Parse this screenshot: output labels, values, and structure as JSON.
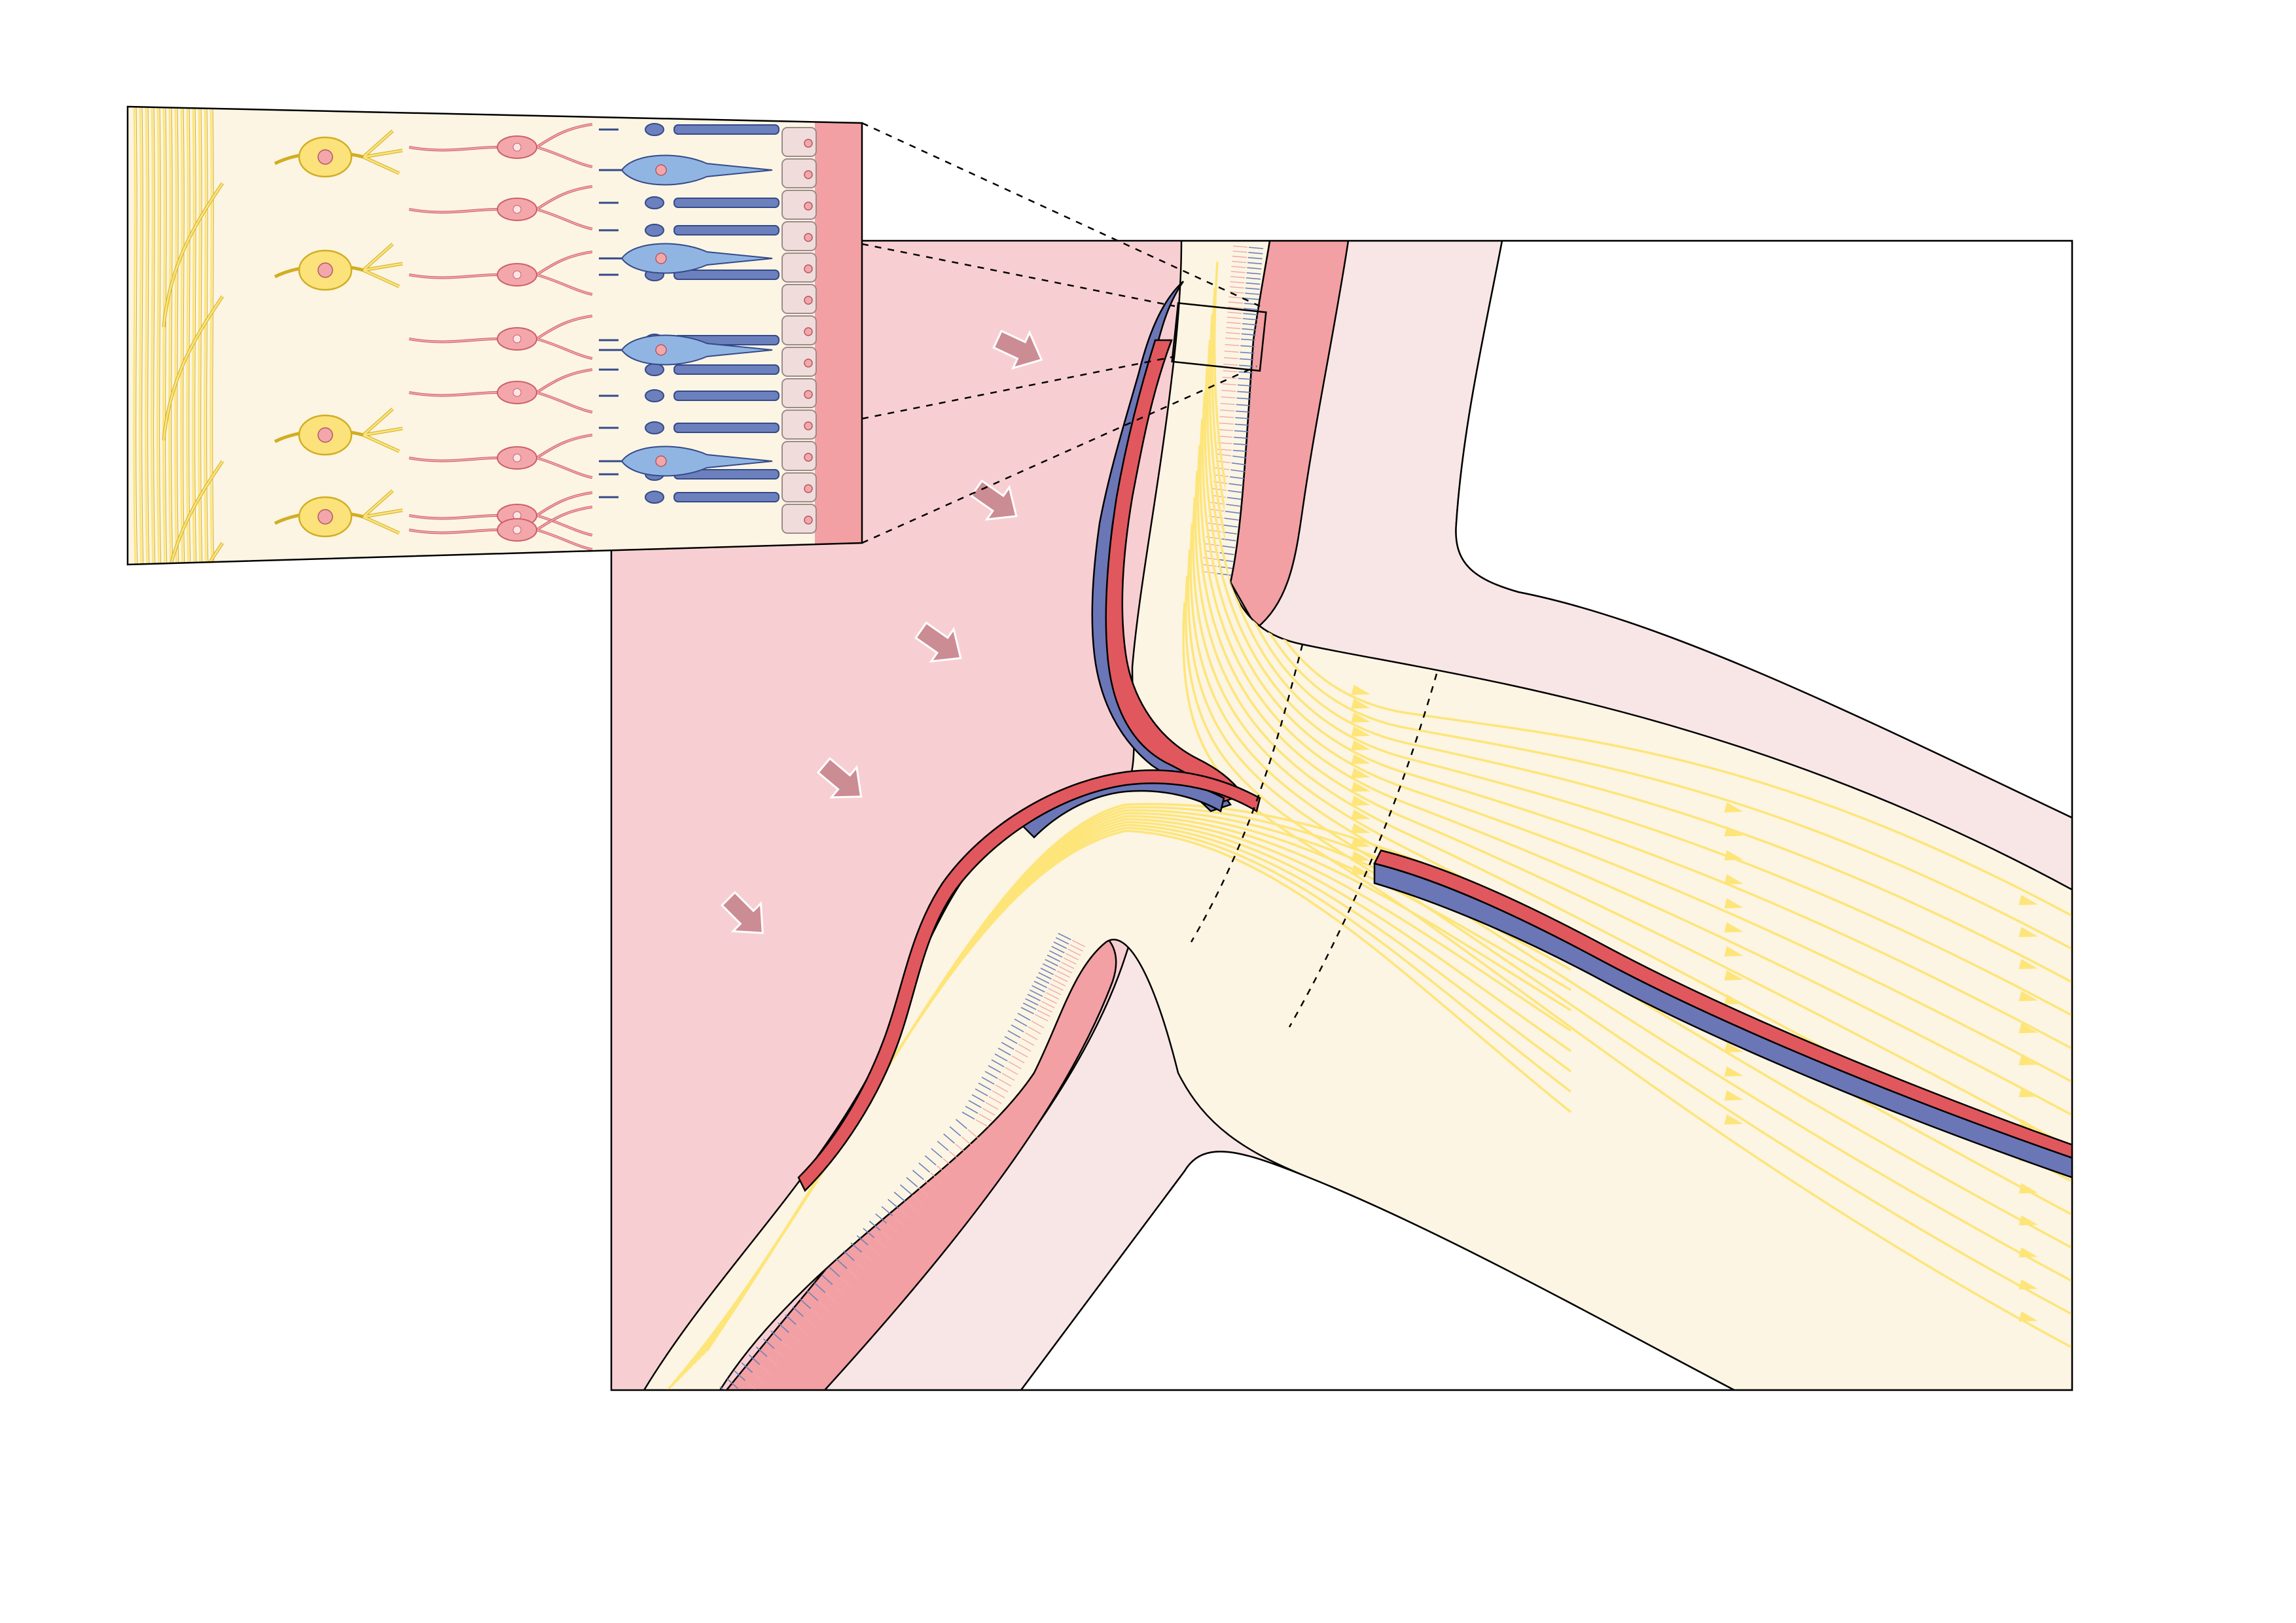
{
  "diagram": {
    "subject": "retina-and-optic-nerve-head-cross-section",
    "labels": [],
    "inset": {
      "cell_types": [
        "ganglion-cell",
        "bipolar-cell",
        "rod-cell",
        "cone-cell",
        "pigment-epithelium-cell"
      ],
      "ganglion_cells": 4,
      "bipolar_cells": 8,
      "rods": 10,
      "cones": 4
    },
    "main": {
      "light_arrows": 5,
      "fiber_arrow_rows": 14,
      "dashed_boundaries": 2
    }
  },
  "colors": {
    "background": "#ffffff",
    "vitreous": "#f7cfd2",
    "choroid": "#f2a0a3",
    "sclera": "#f8e6e7",
    "nerve_fiber": "#fcf5e3",
    "axon": "#fde57a",
    "ganglion": "#fbe27a",
    "ganglion_outline": "#d1ae22",
    "bipolar": "#f3a7ab",
    "bipolar_outline": "#cc5f69",
    "rod": "#6b80bd",
    "cone": "#91b5e3",
    "photoreceptor_outline": "#344a89",
    "epithelium": "#f1dcdc",
    "artery": "#e0585d",
    "vein": "#6b76b7",
    "light_arrow": "#cc8c94",
    "line": "#000000"
  },
  "icons": [
    "light-direction-arrow",
    "axon-direction-arrow"
  ]
}
